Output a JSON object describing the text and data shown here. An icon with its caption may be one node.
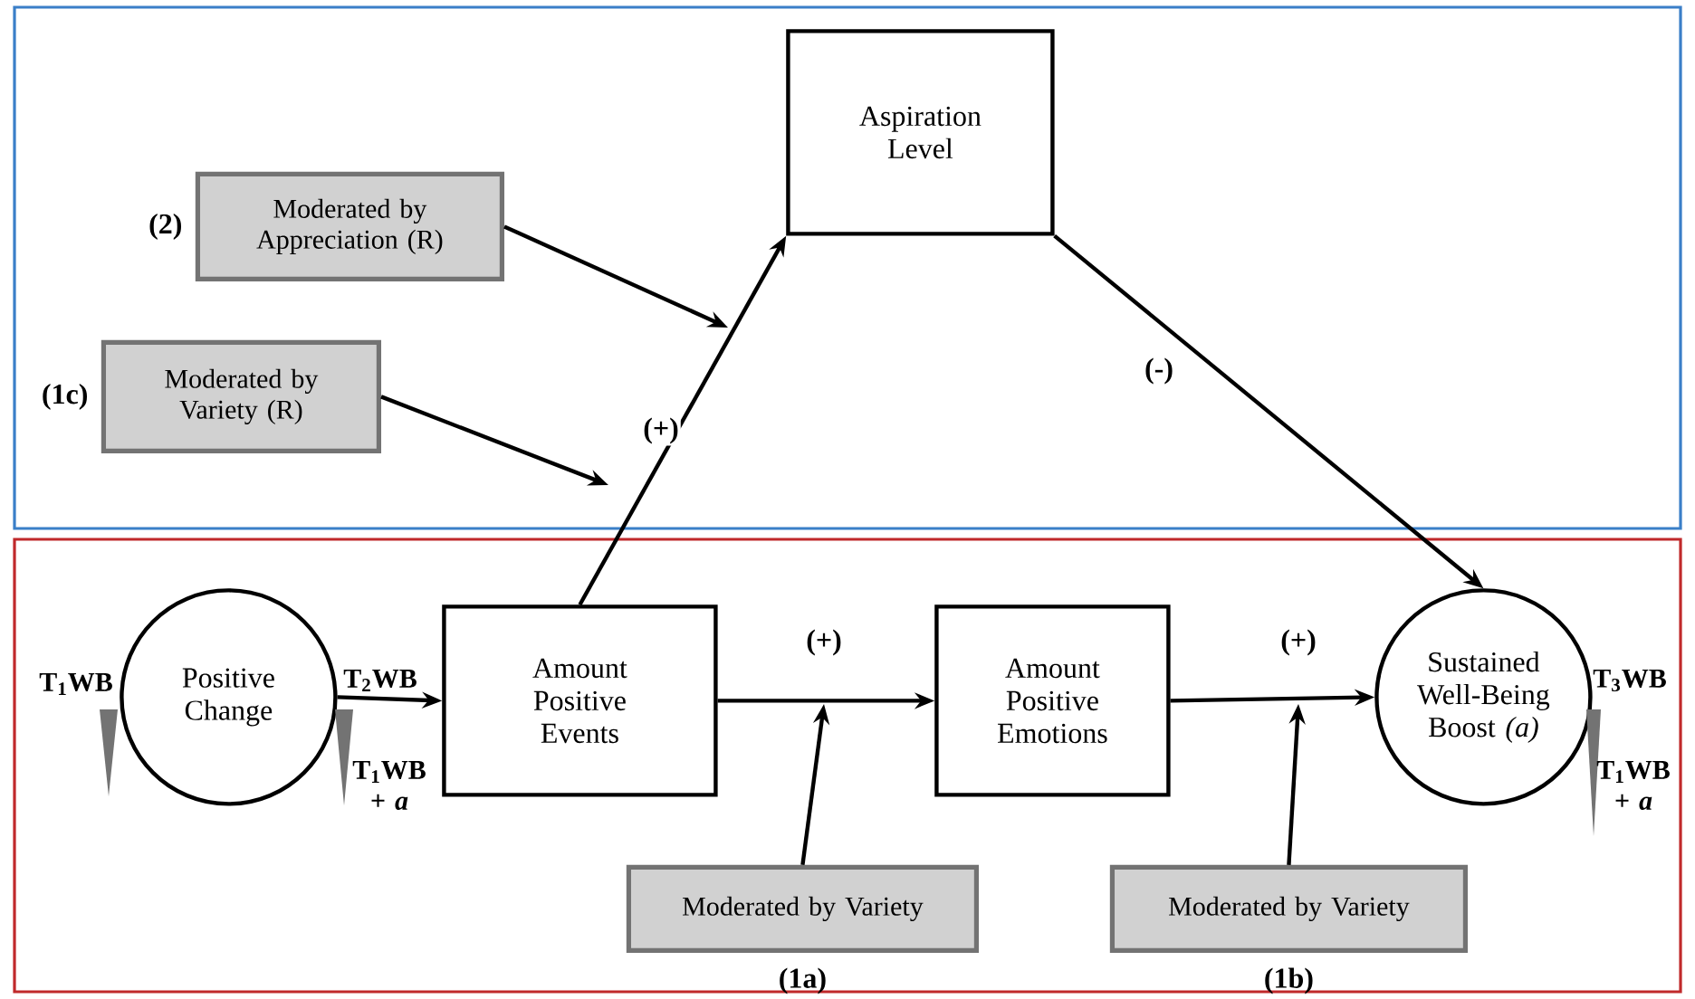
{
  "diagram": {
    "nodes": [
      {
        "text": [],
        "shape": "box"
      },
      {
        "text": [
          "Aspiration Level"
        ],
        "in": 0
      },
      {
        "text": [
          "Moderated by Appreciation (R)"
        ],
        "in": 0,
        "beside": [
          "(2)"
        ]
      },
      {
        "text": [
          "Moderated by Variety (R)"
        ],
        "in": 0,
        "beside": [
          "(1c)"
        ]
      },
      {
        "text": [],
        "shape": "box"
      },
      {
        "text": [
          "Positive Change"
        ],
        "in": 4
      },
      {
        "text": [
          "Amount Positive Events"
        ],
        "in": 4
      },
      {
        "text": [
          "Amount Positive Emotions"
        ],
        "in": 4
      },
      {
        "text": [
          "Sustained Well-Being Boost *(a)*"
        ],
        "in": 4
      },
      {
        "text": [
          "Moderated by Variety"
        ],
        "in": 4,
        "beside": [
          "(1a)"
        ]
      },
      {
        "text": [
          "Moderated by Variety"
        ],
        "in": 4,
        "beside": [
          "(1b)"
        ]
      }
    ],
    "edges": [
      {
        "from": 5,
        "to": 6,
        "arrow": "to"
      },
      {
        "from": 6,
        "to": 1,
        "arrow": "to",
        "label": "(+)"
      },
      {
        "from": 1,
        "to": 8,
        "arrow": "to",
        "label": "(-)"
      },
      {
        "from": 6,
        "to": 7,
        "arrow": "to",
        "label": "(+)"
      },
      {
        "from": 7,
        "to": 8,
        "arrow": "to",
        "label": "(+)"
      },
      {
        "from": 2,
        "to": null,
        "arrow": "to"
      },
      {
        "from": 3,
        "to": null,
        "arrow": "to"
      },
      {
        "from": 9,
        "to": null,
        "arrow": "to"
      },
      {
        "from": 10,
        "to": null,
        "arrow": "to"
      }
    ],
    "labels": [
      "T$_{1}$WB",
      "T$_{2}$WB",
      "T$_{1}$WB + *a*",
      "T$_{3}$WB",
      "T$_{1}$WB + *a*"
    ]
  }
}
